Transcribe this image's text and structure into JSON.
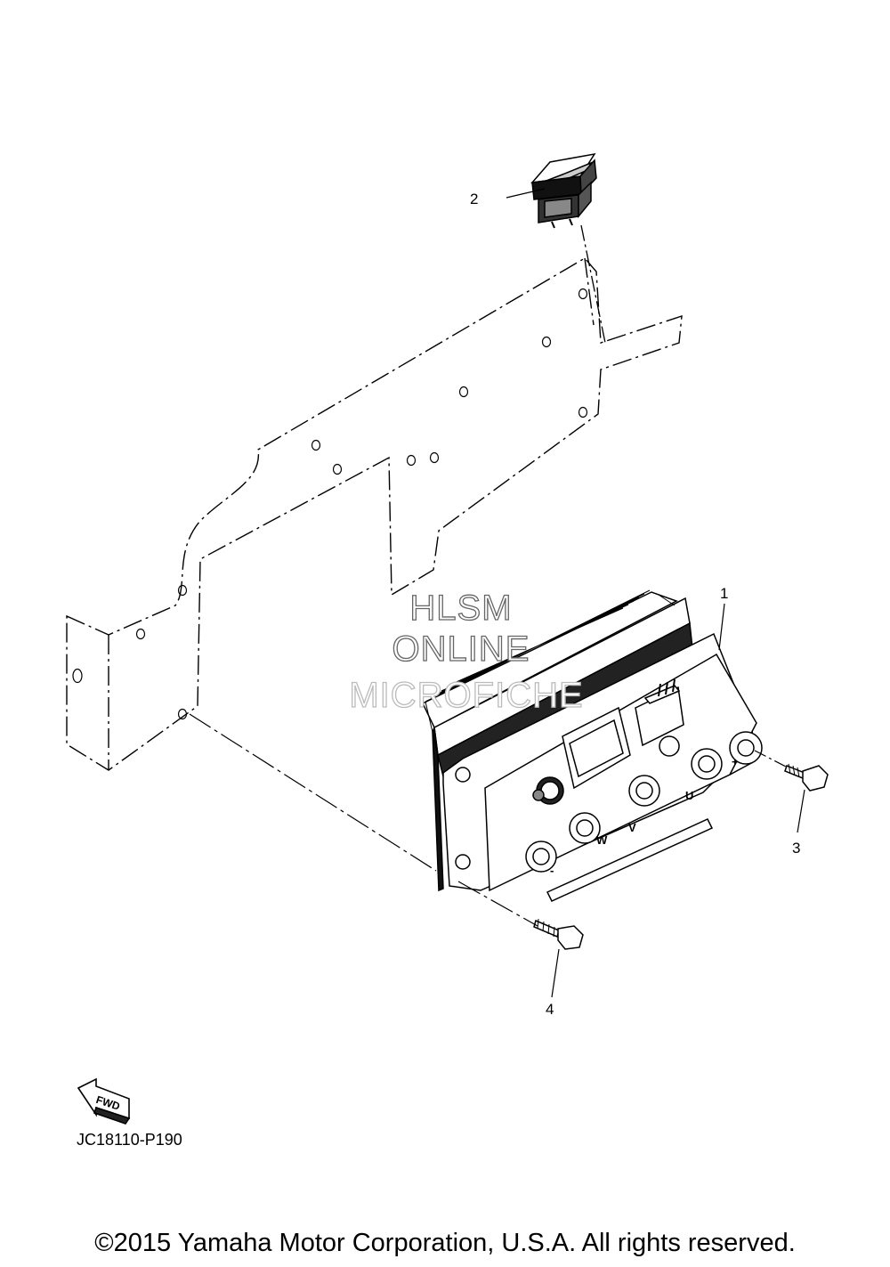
{
  "callouts": [
    "1",
    "2",
    "3",
    "4"
  ],
  "terminal_labels": [
    "W",
    "V",
    "U",
    "-",
    "+"
  ],
  "fwd_label": "FWD",
  "watermark": [
    "HLSM",
    "ONLINE",
    "MICROFICHE"
  ],
  "drawing_code": "JC18110-P190",
  "copyright": "©2015 Yamaha Motor Corporation, U.S.A. All rights reserved.",
  "colors": {
    "line": "#000000",
    "watermark_outline": "#666666",
    "watermark_faint": "#bbbbbb",
    "background": "#ffffff"
  }
}
